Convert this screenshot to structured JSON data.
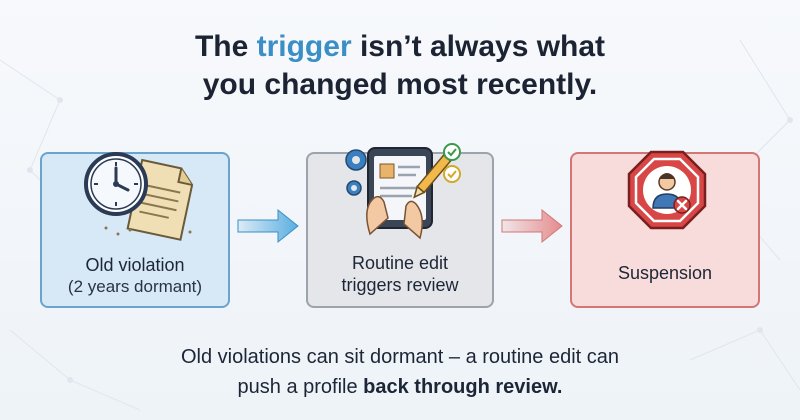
{
  "headline": {
    "before": "The ",
    "accent": "trigger",
    "after": " isn’t always what",
    "line2": "you changed most recently."
  },
  "panels": [
    {
      "line1": "Old violation",
      "line2": "(2 years dormant)",
      "icon": "clock-document-icon",
      "color": "#6aa3cc"
    },
    {
      "line1": "Routine edit",
      "line2": "triggers review",
      "icon": "tablet-edit-icon",
      "color": "#9da3ad"
    },
    {
      "line1": "Suspension",
      "icon": "stop-sign-user-icon",
      "color": "#d27676"
    }
  ],
  "caption": {
    "line1": "Old violations can sit dormant – a routine edit can",
    "line2_plain": "push a profile ",
    "line2_bold": "back through review."
  },
  "colors": {
    "accent": "#3b8fc6",
    "arrow_blue": "#5aaee0",
    "arrow_red": "#e58c8c"
  }
}
